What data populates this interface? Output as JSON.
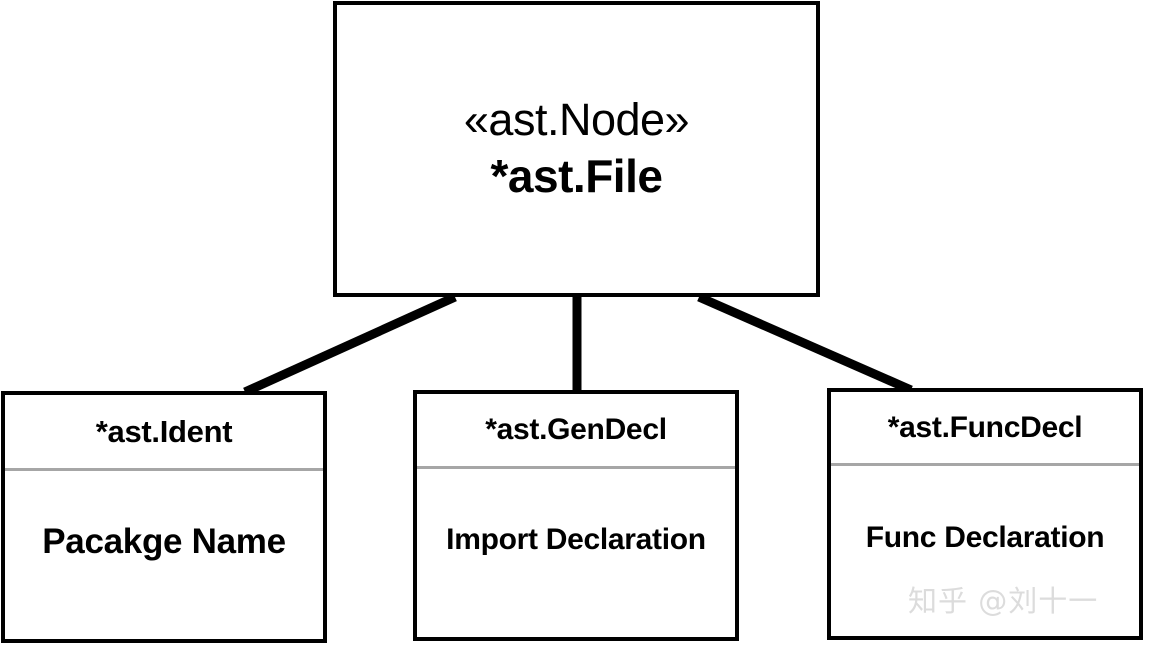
{
  "diagram": {
    "type": "uml-class-hierarchy",
    "background_color": "#ffffff",
    "line_color": "#000000",
    "divider_color": "#a6a6a6",
    "root": {
      "stereotype": "«ast.Node»",
      "type_name": "*ast.File"
    },
    "children": [
      {
        "type_name": "*ast.Ident",
        "description": "Pacakge Name"
      },
      {
        "type_name": "*ast.GenDecl",
        "description": "Import Declaration"
      },
      {
        "type_name": "*ast.FuncDecl",
        "description": "Func Declaration"
      }
    ]
  },
  "watermark": {
    "text": "知乎 @刘十一",
    "color": "#dcdcdc"
  }
}
